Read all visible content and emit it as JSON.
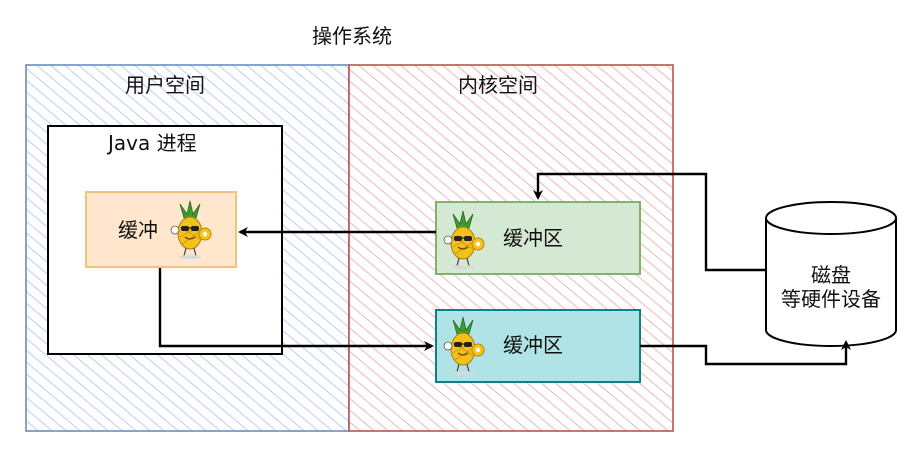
{
  "title": "操作系统",
  "user_space": {
    "label": "用户空间",
    "fill": "#dae8fc",
    "stroke": "#6c8ebf"
  },
  "kernel_space": {
    "label": "内核空间",
    "fill": "#f8cecc",
    "stroke": "#b85450"
  },
  "java_process": {
    "label": "Java 进程"
  },
  "user_buffer": {
    "label": "缓冲",
    "fill": "#ffe6cc",
    "stroke": "#f0c27a"
  },
  "kernel_buffer_read": {
    "label": "缓冲区",
    "fill": "#d5e8d4",
    "stroke": "#82b366"
  },
  "kernel_buffer_write": {
    "label": "缓冲区",
    "fill": "#b0e3e6",
    "stroke": "#0e8088"
  },
  "disk": {
    "line1": "磁盘",
    "line2": "等硬件设备"
  },
  "mascot_icon": "pineapple-mascot-icon"
}
